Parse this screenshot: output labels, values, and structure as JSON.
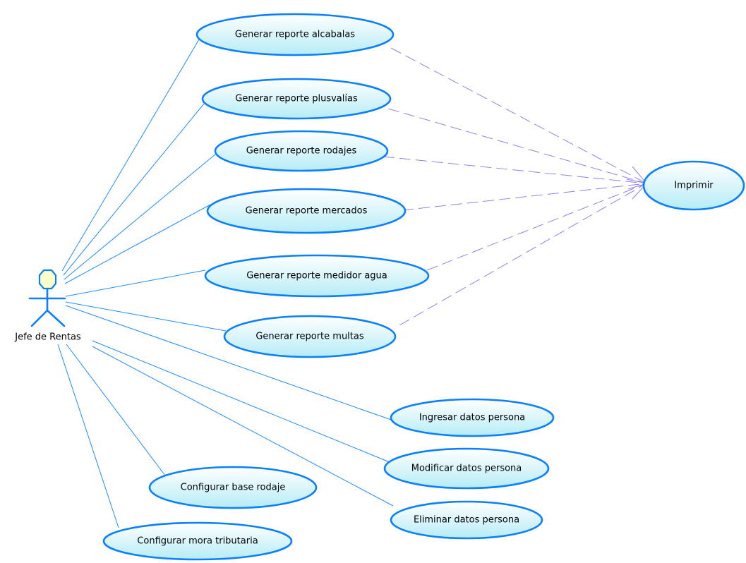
{
  "actor": {
    "name": "Jefe de Rentas"
  },
  "use_cases": [
    {
      "id": "uc-alcabalas",
      "label": "Generar reporte alcabalas"
    },
    {
      "id": "uc-plusvalias",
      "label": "Generar reporte plusvalías"
    },
    {
      "id": "uc-rodajes",
      "label": "Generar reporte rodajes"
    },
    {
      "id": "uc-mercados",
      "label": "Generar reporte mercados"
    },
    {
      "id": "uc-medidor-agua",
      "label": "Generar reporte medidor agua"
    },
    {
      "id": "uc-multas",
      "label": "Generar reporte multas"
    },
    {
      "id": "uc-ingresar",
      "label": "Ingresar datos persona"
    },
    {
      "id": "uc-modificar",
      "label": "Modificar datos persona"
    },
    {
      "id": "uc-eliminar",
      "label": "Eliminar datos persona"
    },
    {
      "id": "uc-config-rodaje",
      "label": "Configurar base rodaje"
    },
    {
      "id": "uc-config-mora",
      "label": "Configurar mora tributaria"
    },
    {
      "id": "uc-imprimir",
      "label": "Imprimir"
    }
  ],
  "colors": {
    "ellipse_stroke": "#0a7fff",
    "ellipse_fill_top": "#ffffff",
    "ellipse_fill_bottom": "#b6ecf6",
    "association_line": "#1e8cff",
    "dependency_line": "#8f82ee",
    "actor_head_fill": "#ffffc8"
  }
}
